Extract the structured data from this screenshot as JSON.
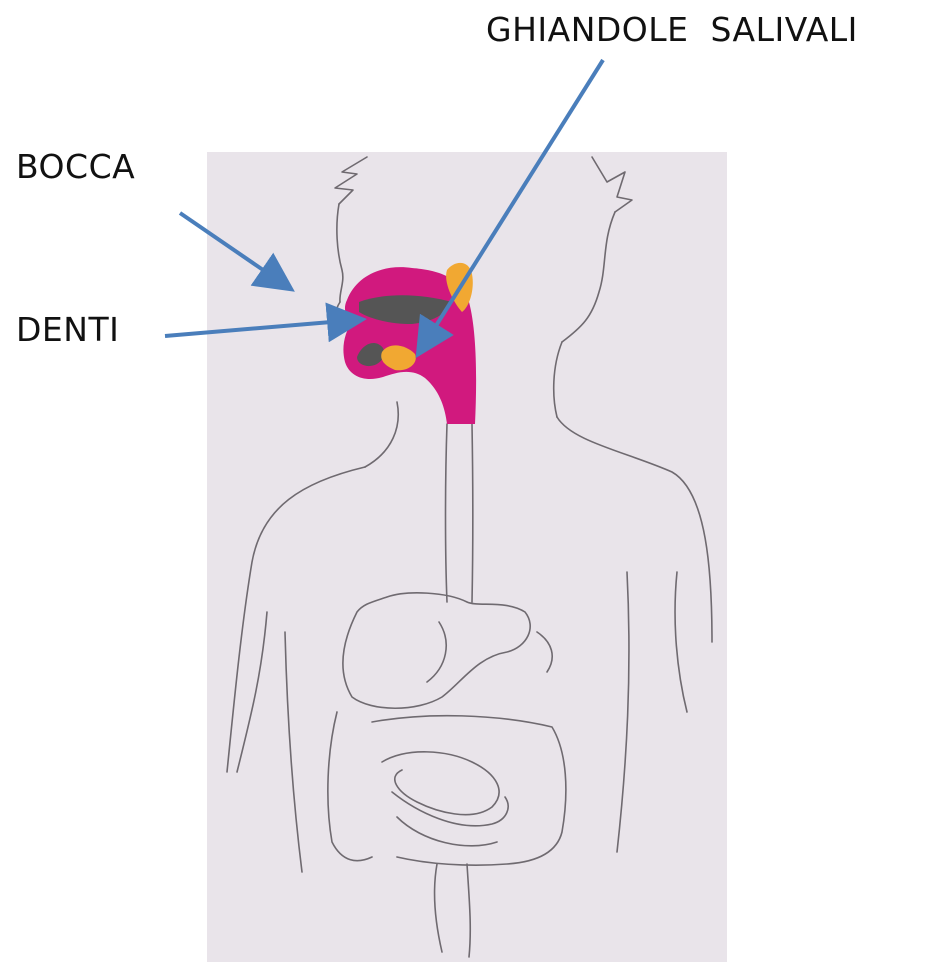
{
  "labels": {
    "salivary_glands": "GHIANDOLE  SALIVALI",
    "mouth": "BOCCA",
    "teeth": "DENTI"
  },
  "colors": {
    "arrow": "#4A7EBB",
    "paper": "#E9E4EA",
    "pencil": "#6f6a70",
    "mouth_fill": "#D1197E",
    "gland_fill": "#F1A832",
    "teeth_fill": "#555555"
  }
}
